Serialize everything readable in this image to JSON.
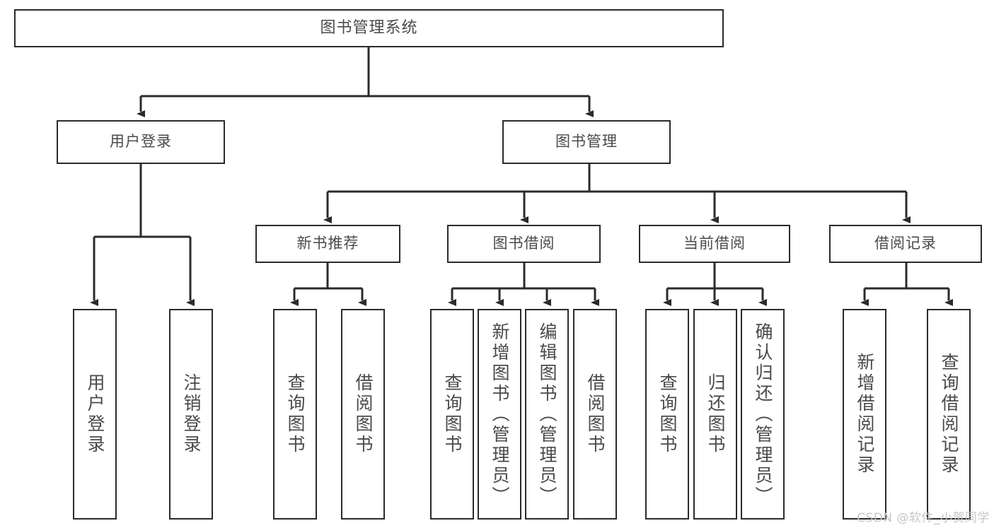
{
  "diagram": {
    "type": "tree-hierarchy",
    "title": "图书管理系统",
    "watermark": "CSDN @软件_小贺同学",
    "colors": {
      "box_border": "#2b2b2b",
      "box_fill": "#ffffff",
      "text": "#4a4a4a",
      "connector": "#2b2b2b",
      "watermark": "#c6c6c6"
    },
    "nodes": {
      "root": {
        "label": "图书管理系统"
      },
      "level1": [
        {
          "id": "user-login",
          "label": "用户登录"
        },
        {
          "id": "book-manage",
          "label": "图书管理"
        }
      ],
      "level2": [
        {
          "id": "new-book-recommend",
          "label": "新书推荐"
        },
        {
          "id": "book-borrow",
          "label": "图书借阅"
        },
        {
          "id": "current-borrow",
          "label": "当前借阅"
        },
        {
          "id": "borrow-record",
          "label": "借阅记录"
        }
      ],
      "leaves": {
        "user_login": [
          {
            "id": "leaf-user-login",
            "label": "用户登录"
          },
          {
            "id": "leaf-logout",
            "label": "注销登录"
          }
        ],
        "new_book_recommend": [
          {
            "id": "leaf-query-book-1",
            "label": "查询图书"
          },
          {
            "id": "leaf-borrow-book-1",
            "label": "借阅图书"
          }
        ],
        "book_borrow": [
          {
            "id": "leaf-query-book-2",
            "label": "查询图书"
          },
          {
            "id": "leaf-add-book",
            "label": "新增图书（管理员）"
          },
          {
            "id": "leaf-edit-book",
            "label": "编辑图书（管理员）"
          },
          {
            "id": "leaf-borrow-book-2",
            "label": "借阅图书"
          }
        ],
        "current_borrow": [
          {
            "id": "leaf-query-book-3",
            "label": "查询图书"
          },
          {
            "id": "leaf-return-book",
            "label": "归还图书"
          },
          {
            "id": "leaf-confirm-return",
            "label": "确认归还（管理员）"
          }
        ],
        "borrow_record": [
          {
            "id": "leaf-add-record",
            "label": "新增借阅记录"
          },
          {
            "id": "leaf-query-record",
            "label": "查询借阅记录"
          }
        ]
      }
    }
  }
}
